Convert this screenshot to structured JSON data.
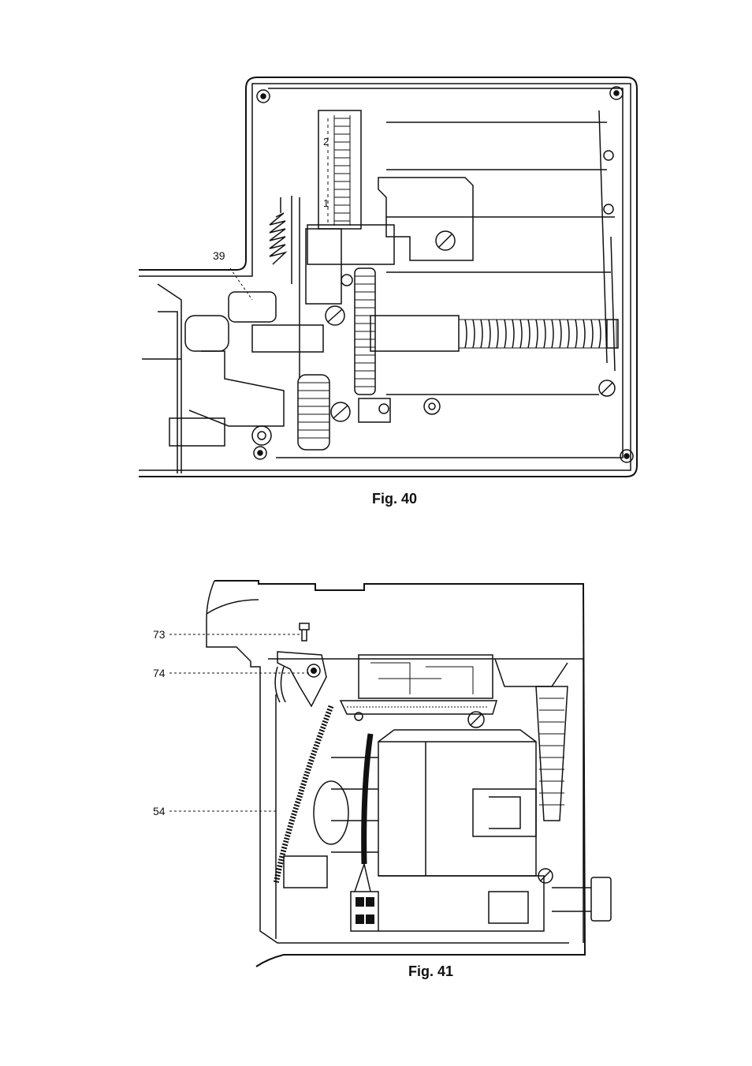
{
  "figures": [
    {
      "caption": "Fig. 40",
      "callouts": [
        "39"
      ],
      "scale_marks": [
        "2",
        "1"
      ]
    },
    {
      "caption": "Fig. 41",
      "callouts": [
        "73",
        "74",
        "54"
      ]
    }
  ]
}
